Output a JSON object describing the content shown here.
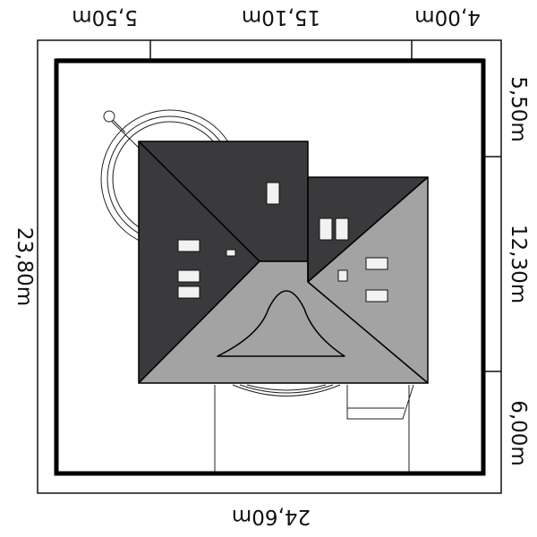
{
  "dimensions": {
    "top": [
      "5,50m",
      "15,10m",
      "4,00m"
    ],
    "bottom": "24,60m",
    "left": "23,80m",
    "right": [
      "5,50m",
      "12,30m",
      "6,00m"
    ]
  },
  "colors": {
    "roof_dark": "#3a3a3c",
    "roof_light": "#a3a3a3",
    "plot_line": "#000000",
    "background": "#ffffff"
  }
}
